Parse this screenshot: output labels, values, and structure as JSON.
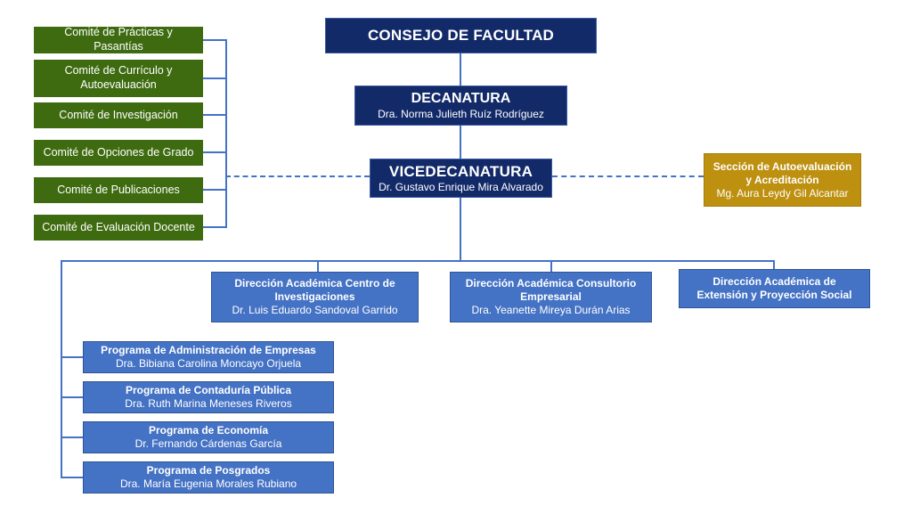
{
  "org": {
    "consejo": {
      "title": "CONSEJO DE FACULTAD"
    },
    "decanatura": {
      "title": "DECANATURA",
      "name": "Dra. Norma Julieth Ruíz Rodríguez"
    },
    "vicedecanatura": {
      "title": "VICEDECANATURA",
      "name": "Dr. Gustavo Enrique Mira Alvarado"
    },
    "seccion_autoevaluacion": {
      "title": "Sección de Autoevaluación y Acreditación",
      "name": "Mg. Aura Leydy Gil Alcantar"
    },
    "comites": [
      {
        "label": "Comité de Prácticas y Pasantías"
      },
      {
        "label": "Comité de Currículo y Autoevaluación"
      },
      {
        "label": "Comité de Investigación"
      },
      {
        "label": "Comité de Opciones de Grado"
      },
      {
        "label": "Comité de Publicaciones"
      },
      {
        "label": "Comité de Evaluación Docente"
      }
    ],
    "direcciones": [
      {
        "title": "Dirección Académica Centro de Investigaciones",
        "name": "Dr. Luis Eduardo Sandoval Garrido"
      },
      {
        "title": "Dirección Académica Consultorio Empresarial",
        "name": "Dra. Yeanette Mireya Durán Arias"
      },
      {
        "title": "Dirección Académica de Extensión y Proyección Social",
        "name": ""
      }
    ],
    "programas": [
      {
        "title": "Programa de Administración de Empresas",
        "name": "Dra. Bibiana Carolina Moncayo Orjuela"
      },
      {
        "title": "Programa de Contaduría Pública",
        "name": "Dra. Ruth Marina Meneses Riveros"
      },
      {
        "title": "Programa de Economía",
        "name": "Dr. Fernando Cárdenas García"
      },
      {
        "title": "Programa de Posgrados",
        "name": "Dra. María Eugenia Morales Rubiano"
      }
    ],
    "colors": {
      "navy": "#132a69",
      "green": "#3e6b10",
      "blue": "#4472c4",
      "blue_border": "#2f5597",
      "gold": "#bd9010",
      "connector": "#4472c4"
    }
  }
}
